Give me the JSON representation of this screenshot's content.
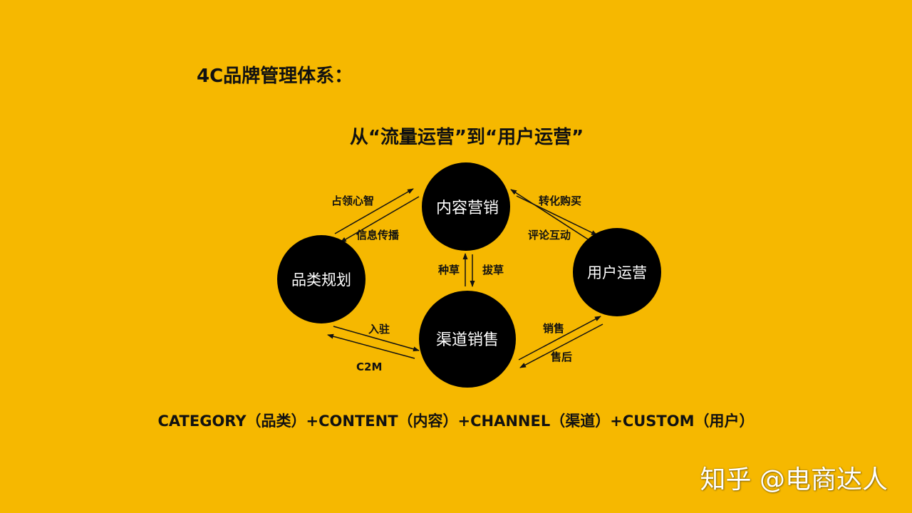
{
  "title": "4C品牌管理体系：",
  "subtitle": "从“流量运营”到“用户运营”",
  "nodes": {
    "content": "内容营销",
    "category": "品类规划",
    "user": "用户运营",
    "channel": "渠道销售"
  },
  "edges": {
    "mindshare": "占领心智",
    "info_spread": "信息传播",
    "conversion": "转化购买",
    "review": "评论互动",
    "plant": "种草",
    "pull": "拔草",
    "settle": "入驻",
    "c2m": "C2M",
    "sales": "销售",
    "after_sales": "售后"
  },
  "footer": "CATEGORY（品类）+CONTENT（内容）+CHANNEL（渠道）+CUSTOM（用户）",
  "watermark": "知乎 @电商达人",
  "colors": {
    "background": "#f6b800",
    "node": "#000000",
    "text": "#111111"
  }
}
